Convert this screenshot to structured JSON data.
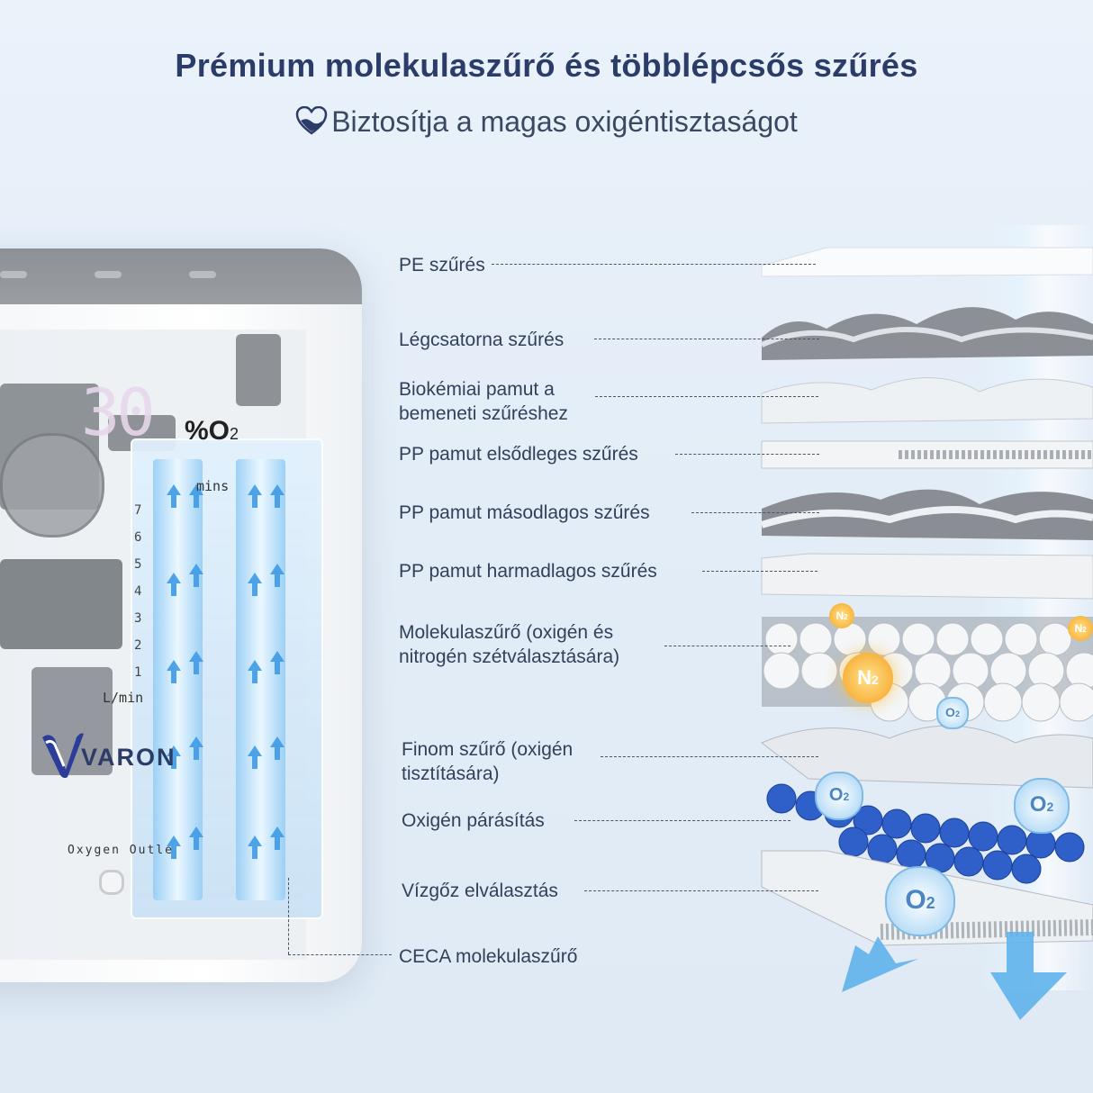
{
  "header": {
    "title": "Prémium molekulaszűrő és többlépcsős szűrés",
    "subtitle": "Biztosítja a magas oxigéntisztaságot"
  },
  "device": {
    "brand": "VARON",
    "display_o2": "%O",
    "display_o2_sub": "2",
    "display_mins": "mins",
    "flow_scale": [
      "7",
      "6",
      "5",
      "4",
      "3",
      "2",
      "1"
    ],
    "flow_unit": "L/min",
    "outlet_label": "Oxygen Outle"
  },
  "callouts": {
    "pe": "PE szűrés",
    "air_channel": "Légcsatorna szűrés",
    "biochem_line1": "Biokémiai pamut a",
    "biochem_line2": "bemeneti szűréshez",
    "pp_primary": "PP pamut elsődleges szűrés",
    "pp_secondary": "PP pamut másodlagos szűrés",
    "pp_tertiary": "PP pamut harmadlagos szűrés",
    "molecular_line1": "Molekulaszűrő (oxigén és",
    "molecular_line2": "nitrogén szétválasztására)",
    "fine_line1": "Finom szűrő (oxigén",
    "fine_line2": "tisztítására)",
    "humidify": "Oxigén párásítás",
    "vapor": "Vízgőz elválasztás",
    "ceca": "CECA molekulaszűrő"
  },
  "molecules": {
    "n2": "N",
    "o2": "O",
    "sub2": "2"
  },
  "colors": {
    "title": "#2b3c68",
    "text": "#33405a",
    "blue_beads": "#2f5fc8",
    "n2_orange": "#f5a623",
    "arrow_blue": "#5fb3ec"
  },
  "icons": {
    "subtitle_icon": "heart-icon",
    "brand_logo": "varon-logo"
  }
}
